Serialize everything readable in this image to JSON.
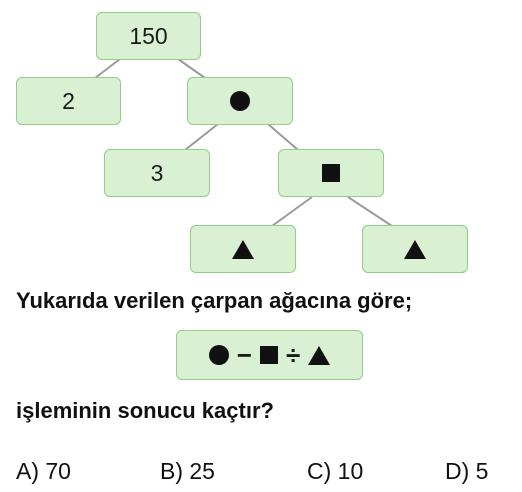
{
  "tree": {
    "root": "150",
    "left_1": "2",
    "left_2": "3",
    "node_circle": "circle-symbol",
    "node_square": "square-symbol",
    "leaf_triangles": [
      "triangle-symbol",
      "triangle-symbol"
    ]
  },
  "question": {
    "line1": "Yukarıda verilen çarpan ağacına göre;",
    "line2": "işleminin sonucu kaçtır?"
  },
  "expression": {
    "minus": "−",
    "divide": "÷"
  },
  "options": [
    {
      "label": "A) 70"
    },
    {
      "label": "B) 25"
    },
    {
      "label": "C) 10"
    },
    {
      "label": "D) 5"
    }
  ],
  "colors": {
    "node_fill": "#d9f0d2",
    "node_border": "#8fcf86",
    "line": "#9a9a9a"
  }
}
